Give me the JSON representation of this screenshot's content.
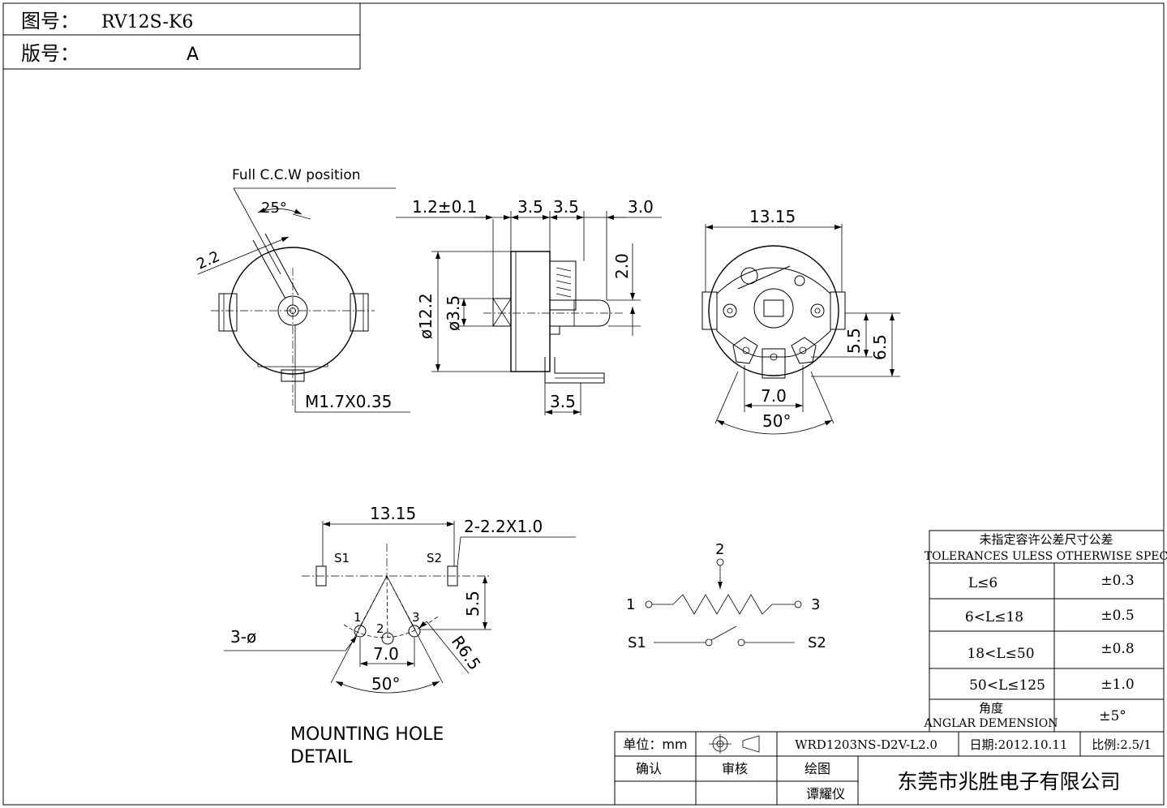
{
  "header": {
    "drawing_no_label": "图号：",
    "drawing_no": "RV12S-K6",
    "revision_label": "版号：",
    "revision": "A"
  },
  "front_view": {
    "ccw_note": "Full C.C.W position",
    "angle": "25°",
    "width": "2.2",
    "thread": "M1.7X0.35"
  },
  "side_view": {
    "dim_1": "1.2±0.1",
    "dim_2": "3.5",
    "dim_3": "3.5",
    "dim_4": "3.0",
    "dim_5": "2.0",
    "dia_body": "ø12.2",
    "dia_shaft": "ø3.5",
    "dim_bottom": "3.5"
  },
  "rear_view": {
    "width": "13.15",
    "dim_a": "5.5",
    "dim_b": "6.5",
    "pitch": "7.0",
    "angle": "50°"
  },
  "mounting": {
    "width": "13.15",
    "slot_note": "2-2.2X1.0",
    "s1": "S1",
    "s2": "S2",
    "pin1": "1",
    "pin2": "2",
    "pin3": "3",
    "hole_note": "3-ø",
    "height": "5.5",
    "pitch": "7.0",
    "radius": "R6.5",
    "angle": "50°",
    "caption_line1": "MOUNTING HOLE",
    "caption_line2": "DETAIL"
  },
  "schematic": {
    "pin1": "1",
    "pin2": "2",
    "pin3": "3",
    "s1": "S1",
    "s2": "S2"
  },
  "tolerances": {
    "title_cn": "未指定容许公差尺寸公差",
    "title_en": "TOLERANCES ULESS OTHERWISE SPEC",
    "rows": [
      {
        "range": "L≤6",
        "tol": "±0.3"
      },
      {
        "range": "6<L≤18",
        "tol": "±0.5"
      },
      {
        "range": "18<L≤50",
        "tol": "±0.8"
      },
      {
        "range": "50<L≤125",
        "tol": "±1.0"
      }
    ],
    "angle_cn": "角度",
    "angle_en": "ANGLAR DEMENSION",
    "angle_tol": "±5°"
  },
  "title_block": {
    "unit": "单位：mm",
    "doc_no": "WRD1203NS-D2V-L2.0",
    "date": "日期:2012.10.11",
    "scale": "比例:2.5/1",
    "confirm": "确认",
    "review": "审核",
    "drawn": "绘图",
    "drafter": "谭耀仪",
    "company": "东莞市兆胜电子有限公司"
  }
}
